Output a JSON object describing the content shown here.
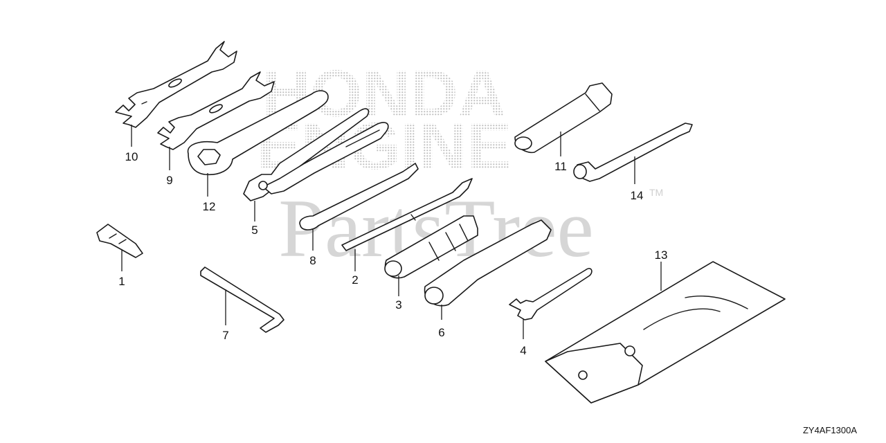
{
  "watermark": {
    "brand_top": "HONDA",
    "brand_bottom": "ENGINE",
    "site": "PartsTree",
    "tm": "TM",
    "dot_color": "#bdbdbd",
    "text_color": "#d0d0d0"
  },
  "parts": [
    {
      "id": "1",
      "label": "1"
    },
    {
      "id": "2",
      "label": "2"
    },
    {
      "id": "3",
      "label": "3"
    },
    {
      "id": "4",
      "label": "4"
    },
    {
      "id": "5",
      "label": "5"
    },
    {
      "id": "6",
      "label": "6"
    },
    {
      "id": "7",
      "label": "7"
    },
    {
      "id": "8",
      "label": "8"
    },
    {
      "id": "9",
      "label": "9"
    },
    {
      "id": "10",
      "label": "10"
    },
    {
      "id": "11",
      "label": "11"
    },
    {
      "id": "12",
      "label": "12"
    },
    {
      "id": "13",
      "label": "13"
    },
    {
      "id": "14",
      "label": "14"
    }
  ],
  "diagram_code": "ZY4AF1300A"
}
